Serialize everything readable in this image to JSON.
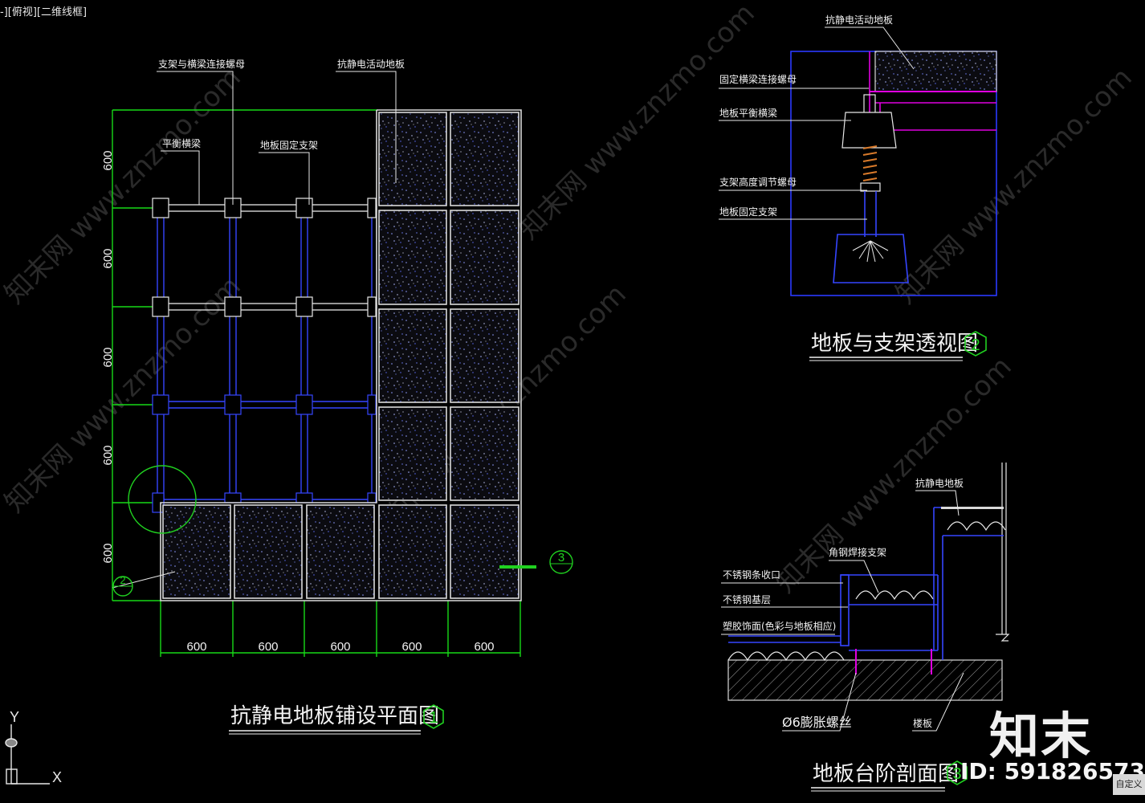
{
  "viewport_label": "-][俯视][二维线框]",
  "colors": {
    "dim": "#17d917",
    "label": "#f2f2f2",
    "panel_stroke": "#d9d9d9",
    "frame": "#2a3aff",
    "magenta": "#e000e0",
    "accent": "#20d020"
  },
  "plan": {
    "title": "抗静电地板铺设平面图",
    "number": "1",
    "dims_vertical": [
      "600",
      "600",
      "600",
      "600",
      "600"
    ],
    "dims_horizontal": [
      "600",
      "600",
      "600",
      "600",
      "600"
    ],
    "labels": {
      "bracket_bolt": "支架与横梁连接螺母",
      "antistatic_floor": "抗静电活动地板",
      "balance_beam": "平衡横梁",
      "fixed_bracket": "地板固定支架"
    },
    "callout_detail": "2",
    "callout_section": "3"
  },
  "perspective": {
    "title": "地板与支架透视图",
    "number": "2",
    "labels": {
      "top": "抗静电活动地板",
      "fixing_nut": "固定横梁连接螺母",
      "balance_beam": "地板平衡横梁",
      "height_nut": "支架高度调节螺母",
      "fixed_bracket": "地板固定支架"
    }
  },
  "section": {
    "title": "地板台阶剖面图",
    "number": "3",
    "labels": {
      "antistatic": "抗静电地板",
      "angle_steel": "角钢焊接支架",
      "stainless_trim": "不锈钢条收口",
      "stainless_base": "不锈钢基层",
      "pvc_finish": "塑胶饰面(色彩与地板相应)",
      "expansion_bolt": "Ø6膨胀螺丝",
      "floor_slab": "楼板"
    }
  },
  "ucs": {
    "x": "X",
    "y": "Y"
  },
  "watermark": {
    "logo": "知末",
    "id": "ID: 591826573",
    "corner": "自定义"
  }
}
